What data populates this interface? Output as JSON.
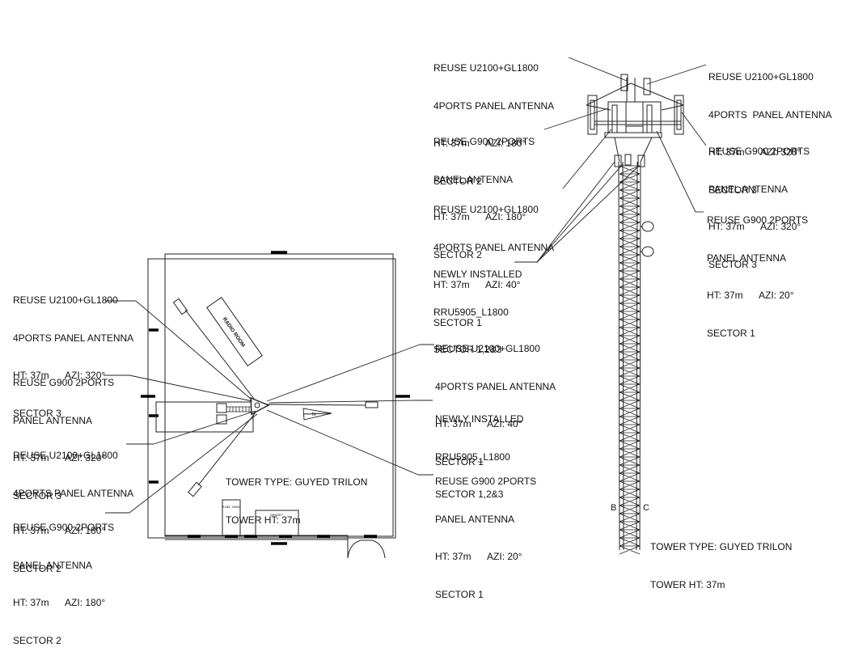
{
  "plan_view": {
    "callouts_left": [
      {
        "lines": [
          "REUSE U2100+GL1800",
          "4PORTS PANEL ANTENNA",
          "HT: 37m      AZI: 320°",
          "SECTOR 3"
        ]
      },
      {
        "lines": [
          "REUSE G900 2PORTS",
          "PANEL ANTENNA",
          "HT: 37m      AZI: 320°",
          "SECTOR 3"
        ]
      },
      {
        "lines": [
          "REUSE U2100+GL1800",
          "4PORTS PANEL ANTENNA",
          "HT: 37m      AZI: 180°",
          "SECTOR 2"
        ]
      },
      {
        "lines": [
          "REUSE G900 2PORTS",
          "PANEL ANTENNA",
          "HT: 37m      AZI: 180°",
          "SECTOR 2"
        ]
      }
    ],
    "callouts_right": [
      {
        "lines": [
          "REUSE U2100+GL1800",
          "4PORTS PANEL ANTENNA",
          "HT: 37m      AZI: 40°",
          "SECTOR 1"
        ]
      },
      {
        "lines": [
          "NEWLY INSTALLED",
          "RRU5905_L1800",
          "SECTOR 1,2&3"
        ]
      },
      {
        "lines": [
          "REUSE G900 2PORTS",
          "PANEL ANTENNA",
          "HT: 37m      AZI: 20°",
          "SECTOR 1"
        ]
      }
    ],
    "tower_info": {
      "lines": [
        "TOWER TYPE: GUYED TRILON",
        "TOWER HT: 37m"
      ]
    },
    "room_label": "RADIO ROOM",
    "box_labels": {
      "left": "FUEL TANK",
      "right": "GENSET"
    },
    "north_label": "N"
  },
  "elevation_view": {
    "callouts_left": [
      {
        "lines": [
          "REUSE U2100+GL1800",
          "4PORTS PANEL ANTENNA",
          "HT: 37m      AZI: 180°",
          "SECTOR 2"
        ]
      },
      {
        "lines": [
          "REUSE G900 2PORTS",
          "PANEL ANTENNA",
          "HT: 37m      AZI: 180°",
          "SECTOR 2"
        ]
      },
      {
        "lines": [
          "REUSE U2100+GL1800",
          "4PORTS PANEL ANTENNA",
          "HT: 37m      AZI: 40°",
          "SECTOR 1"
        ]
      },
      {
        "lines": [
          "NEWLY INSTALLED",
          "RRU5905_L1800",
          "SECTOR 1,2&3"
        ]
      }
    ],
    "callouts_right": [
      {
        "lines": [
          "REUSE U2100+GL1800",
          "4PORTS  PANEL ANTENNA",
          "HT: 37m      AZI: 320°",
          "SECTOR 3"
        ]
      },
      {
        "lines": [
          "REUSE G900 2PORTS",
          "PANEL ANTENNA",
          "HT: 37m      AZI: 320°",
          "SECTOR 3"
        ]
      },
      {
        "lines": [
          "REUSE G900 2PORTS",
          "PANEL ANTENNA",
          "HT: 37m      AZI: 20°",
          "SECTOR 1"
        ]
      }
    ],
    "leg_labels": {
      "left": "B",
      "right": "C"
    },
    "tower_info": {
      "lines": [
        "TOWER TYPE: GUYED TRILON",
        "TOWER HT: 37m"
      ]
    }
  }
}
